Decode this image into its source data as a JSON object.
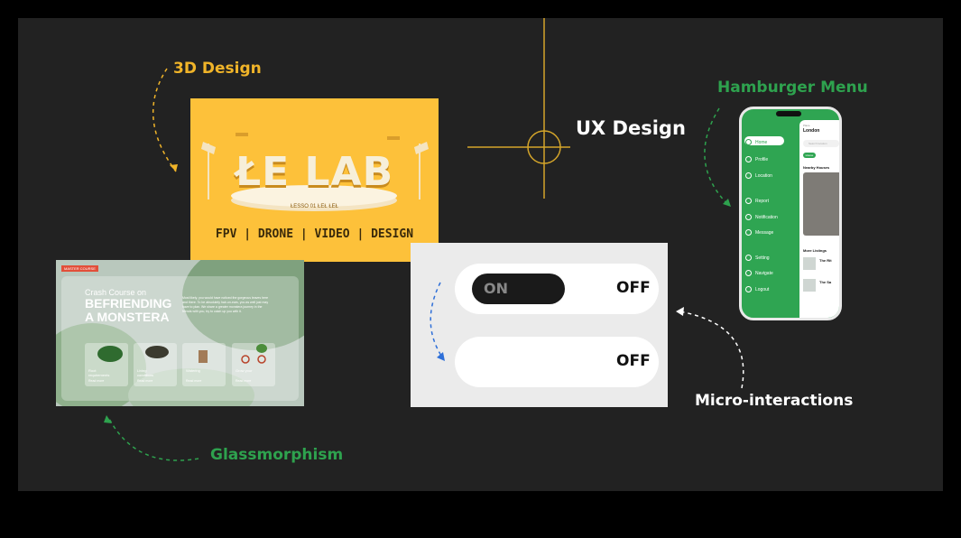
{
  "labels": {
    "design3d": "3D Design",
    "hamburger": "Hamburger Menu",
    "ux": "UX Design",
    "micro": "Micro-interactions",
    "glass": "Glassmorphism"
  },
  "lab_card": {
    "title": "ŁE LAB",
    "small": "ŁESSO 01 ŁEŁ ŁEŁ",
    "subtitle": "FPV | DRONE | VIDEO | DESIGN"
  },
  "glass_card": {
    "badge": "MASTER COURSE",
    "kicker": "Crash Course on",
    "title_line1": "BEFRIENDING",
    "title_line2": "A MONSTERA",
    "body": "Most likely, you would have noticed the gorgeous leaves here and there. To be absolutely hair-on-ears, you as well just may have to plan. We share a greater monstera journey in the friends with you, try to catch up you with it.",
    "tiles": [
      {
        "label": "Root\nrequirements",
        "button": "Read more"
      },
      {
        "label": "Living\nconditions",
        "button": "Read more"
      },
      {
        "label": "Watering",
        "button": "Read more"
      },
      {
        "label": "Grow your",
        "button": "Read more"
      }
    ]
  },
  "toggle_card": {
    "on_label": "ON",
    "off_label_1": "OFF",
    "off_label_2": "OFF"
  },
  "phone": {
    "location_small": "Place",
    "location": "London",
    "search_placeholder": "Search location",
    "chip_active": "House",
    "section_nearby": "Nearby Houses",
    "section_more": "More Listings",
    "listing_1": "The Rit",
    "listing_2": "The Sa",
    "menu": [
      "Home",
      "Profile",
      "Location",
      "Report",
      "Notification",
      "Message",
      "Setting",
      "Navigate",
      "Logout"
    ]
  },
  "colors": {
    "canvas": "#222222",
    "accent_yellow": "#f0b429",
    "accent_green": "#2ea24e",
    "lab_bg": "#fdc13a",
    "phone_green": "#2fa552"
  }
}
